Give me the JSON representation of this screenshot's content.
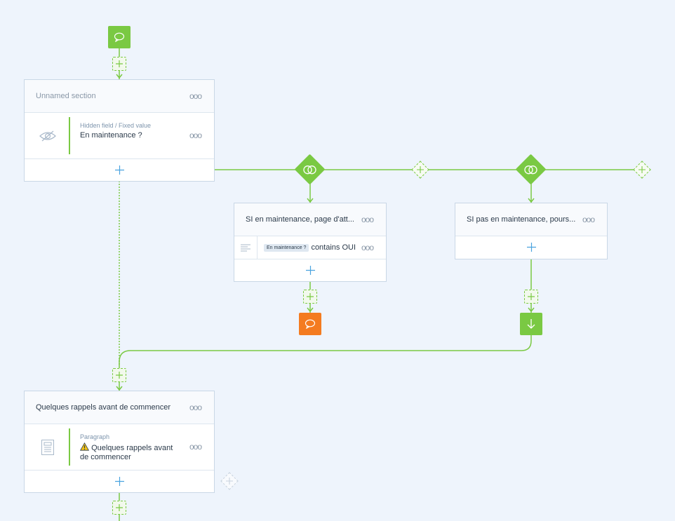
{
  "flow": {
    "start_icon": "chat-bubble-icon",
    "section1": {
      "title": "Unnamed section",
      "field": {
        "type": "Hidden field / Fixed value",
        "label": "En maintenance ?",
        "icon": "eye-slash-icon"
      }
    },
    "branch_left": {
      "title": "SI en maintenance, page d'att...",
      "condition": {
        "field": "En maintenance ?",
        "operator": "contains OUI"
      },
      "end_icon": "chat-bubble-icon"
    },
    "branch_right": {
      "title": "SI pas en maintenance, pours...",
      "end_icon": "arrow-down-icon"
    },
    "section2": {
      "title": "Quelques rappels avant de commencer",
      "field": {
        "type": "Paragraph",
        "label": "Quelques rappels avant de commencer",
        "icon": "paragraph-icon",
        "warning_icon": "warning-icon"
      }
    }
  },
  "menu_dots": "ooo",
  "colors": {
    "green": "#7ac943",
    "orange": "#f47b20",
    "blue_plus": "#4aa3df",
    "border": "#c9d7e6"
  }
}
